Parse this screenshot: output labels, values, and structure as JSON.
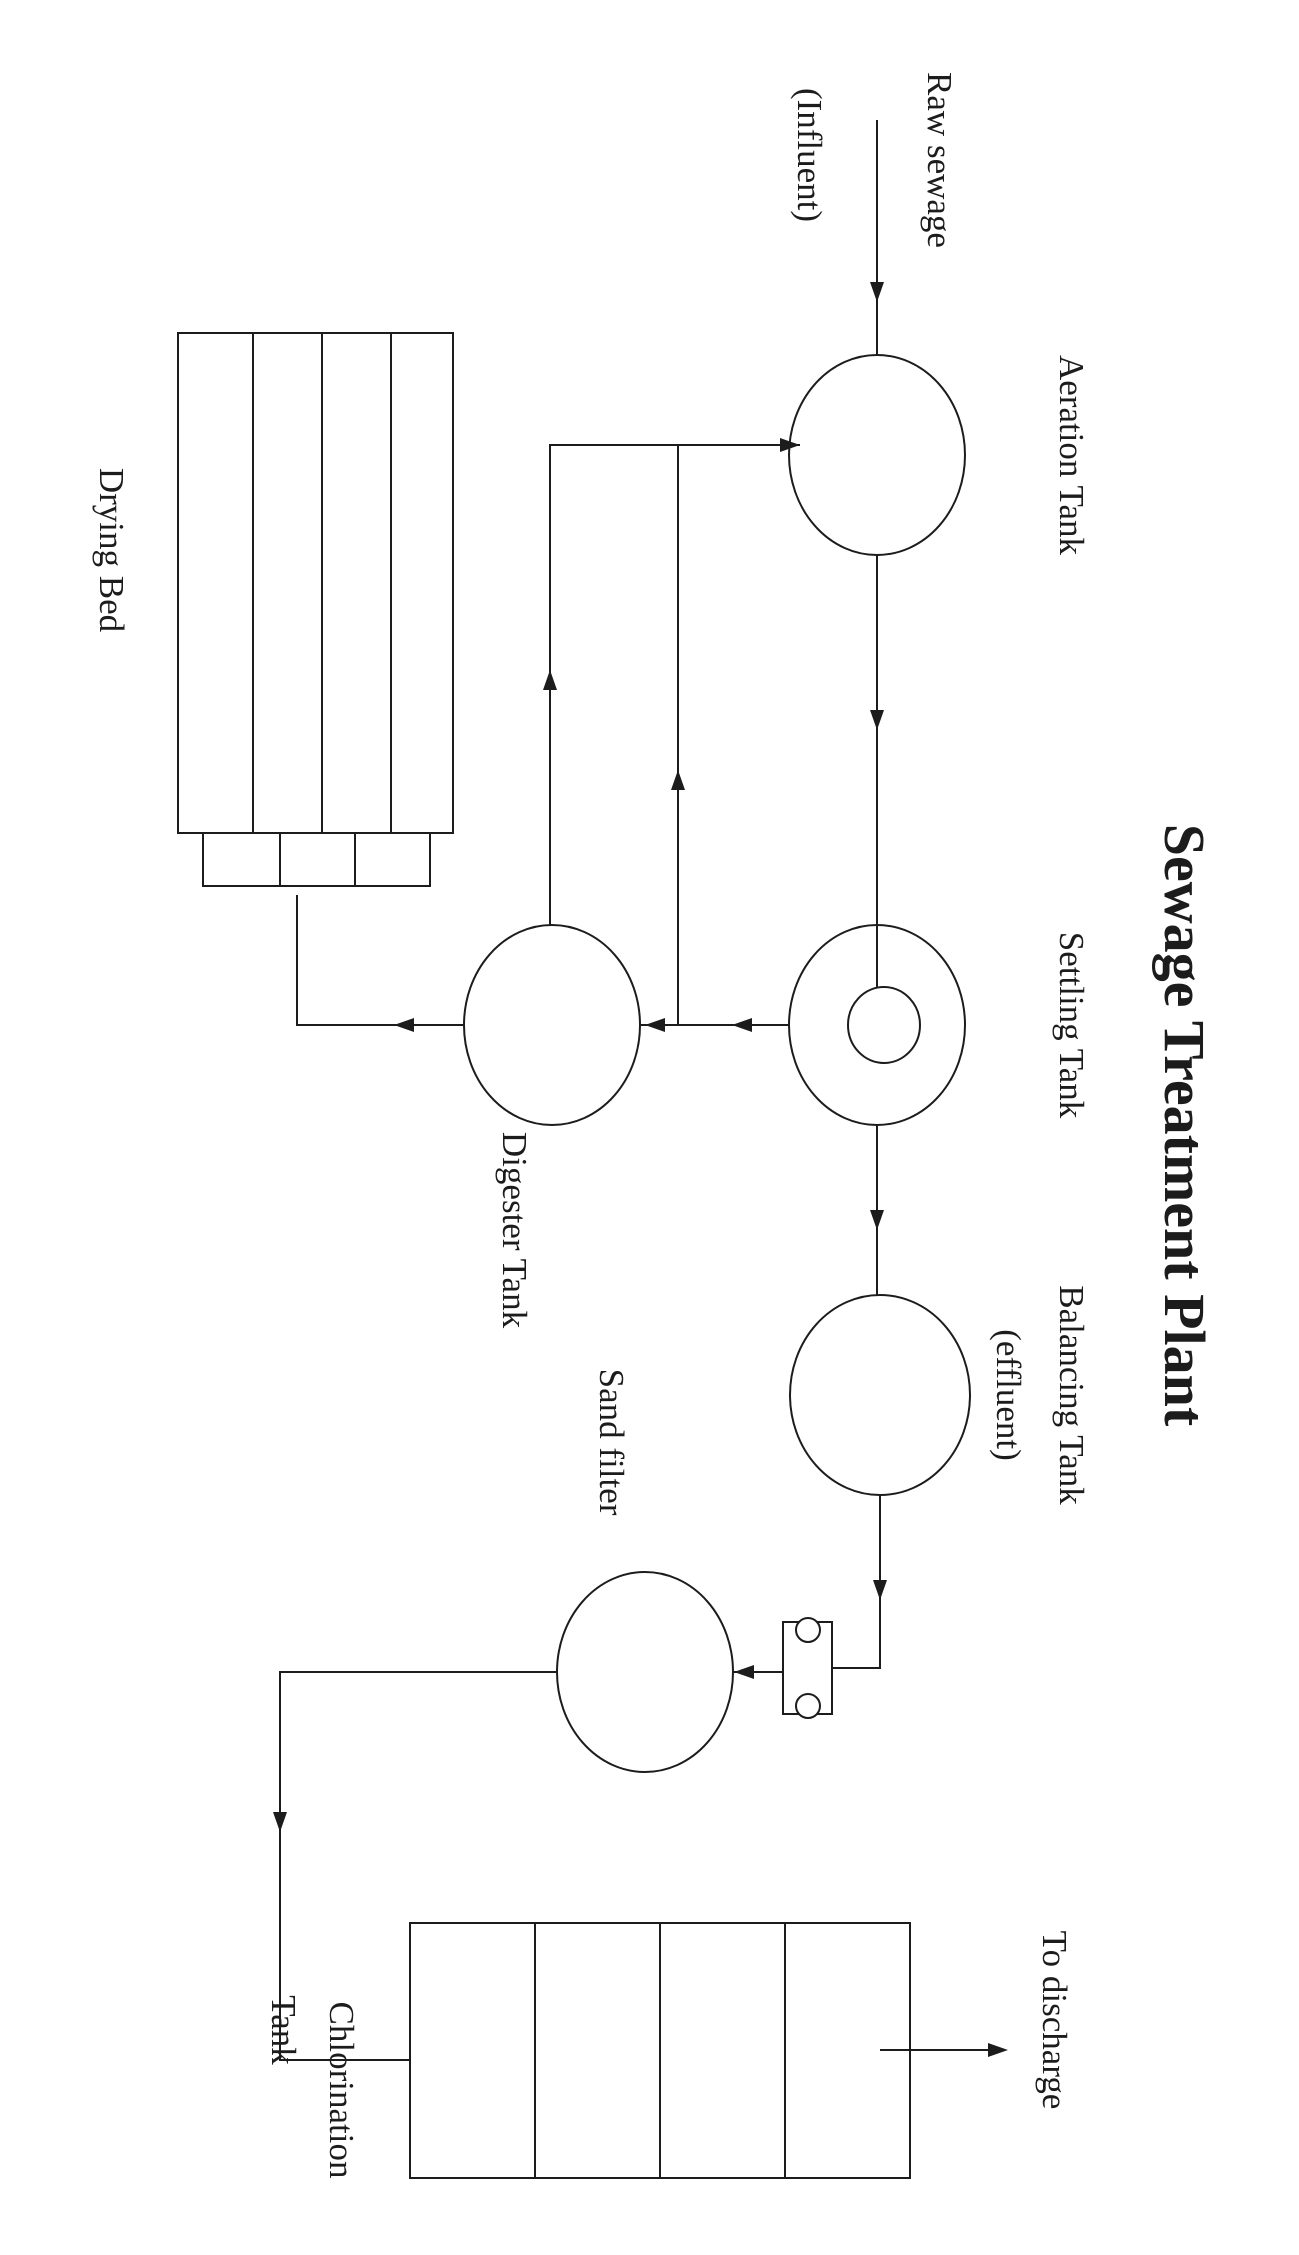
{
  "diagram": {
    "title": "Sewage Treatment Plant",
    "labels": {
      "raw_sewage": "Raw sewage",
      "influent": "(Influent)",
      "aeration_tank": "Aeration Tank",
      "settling_tank": "Settling Tank",
      "balancing_tank": "Balancing Tank",
      "effluent": "(effluent)",
      "digester_tank": "Digester Tank",
      "sand_filter": "Sand filter",
      "drying_bed": "Drying Bed",
      "chlorination": "Chlorination",
      "tank": "Tank",
      "to_discharge": "To discharge"
    },
    "colors": {
      "line": "#1c1c1c",
      "background": "#ffffff"
    }
  }
}
